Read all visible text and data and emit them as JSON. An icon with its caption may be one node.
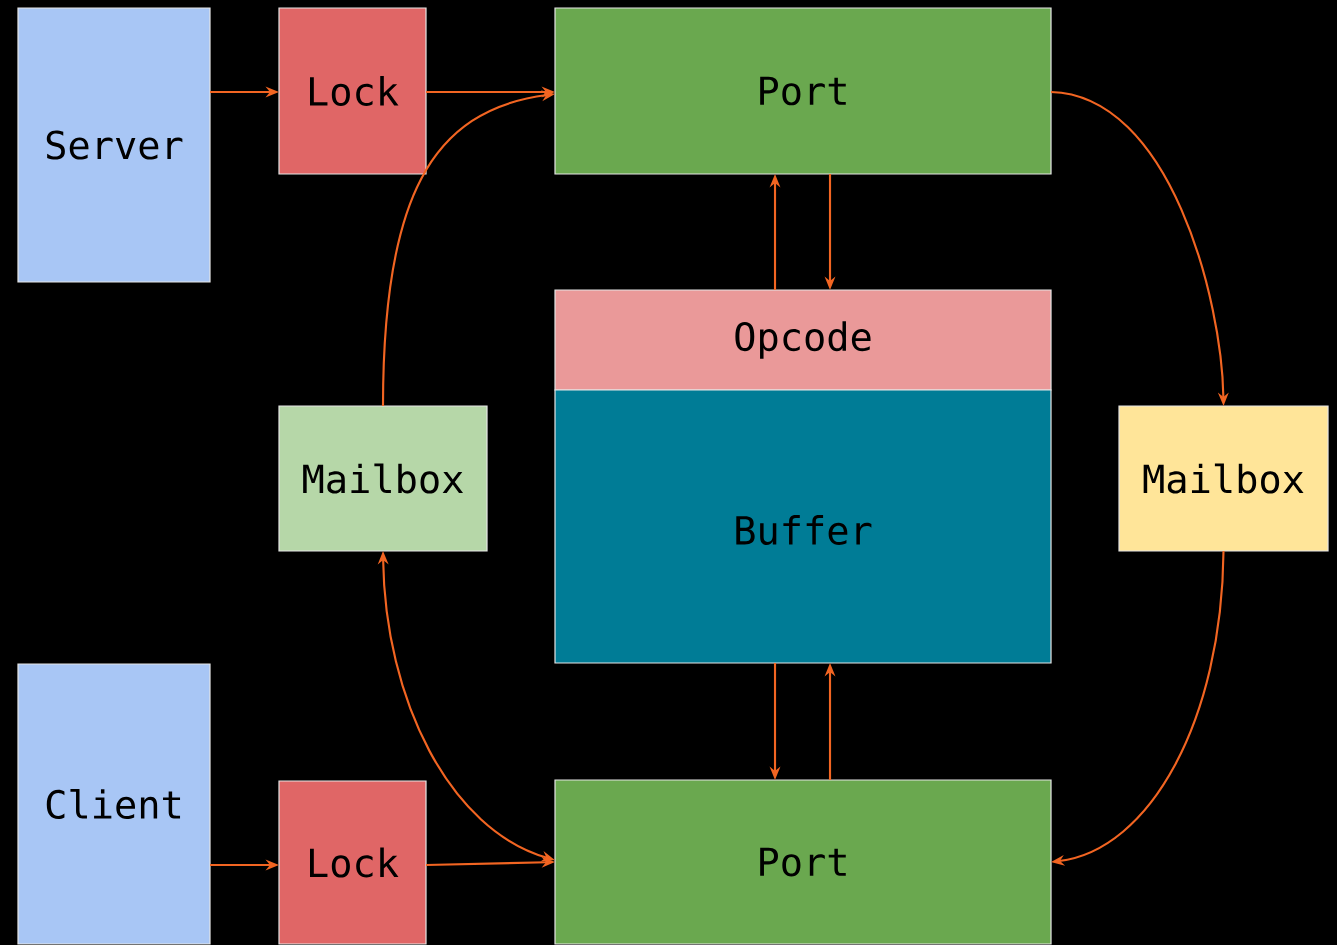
{
  "diagram": {
    "nodes": [
      {
        "text": [
          "Server"
        ]
      },
      {
        "text": [
          "Lock"
        ]
      },
      {
        "text": [
          "Port"
        ]
      },
      {
        "text": [
          "Opcode"
        ]
      },
      {
        "text": [
          "Buffer"
        ]
      },
      {
        "text": [
          "Mailbox"
        ]
      },
      {
        "text": [
          "Mailbox"
        ]
      },
      {
        "text": [
          "Client"
        ]
      },
      {
        "text": [
          "Lock"
        ]
      },
      {
        "text": [
          "Port"
        ]
      }
    ],
    "edges": [
      {
        "from": 0,
        "to": 1,
        "arrow": "to"
      },
      {
        "from": 1,
        "to": 2,
        "arrow": "to"
      },
      {
        "from": 5,
        "to": 2,
        "arrow": "to"
      },
      {
        "from": 2,
        "to": 3,
        "arrow": "to"
      },
      {
        "from": 3,
        "to": 2,
        "arrow": "to"
      },
      {
        "from": 2,
        "to": 6,
        "arrow": "to"
      },
      {
        "from": 6,
        "to": 9,
        "arrow": "to"
      },
      {
        "from": 4,
        "to": 9,
        "arrow": "to"
      },
      {
        "from": 9,
        "to": 4,
        "arrow": "to"
      },
      {
        "from": 7,
        "to": 8,
        "arrow": "to"
      },
      {
        "from": 8,
        "to": 9,
        "arrow": "to"
      },
      {
        "from": 9,
        "to": 5,
        "arrow": "both"
      }
    ]
  }
}
